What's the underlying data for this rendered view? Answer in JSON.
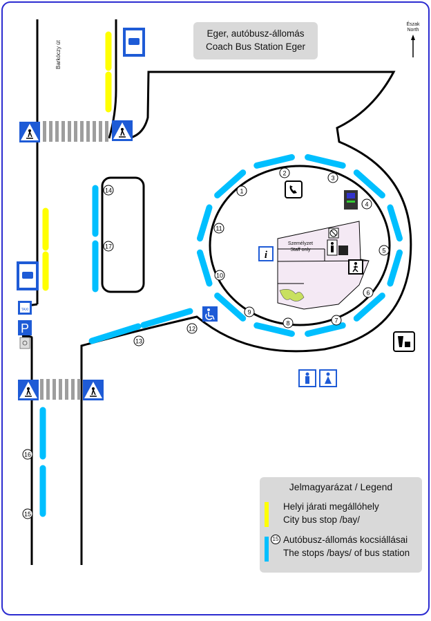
{
  "title": {
    "line1": "Eger, autóbusz-állomás",
    "line2": "Coach Bus Station Eger"
  },
  "north": {
    "line1": "Észak",
    "line2": "North"
  },
  "street_name": "Barkóczy út",
  "staff_label": {
    "line1": "Személyzet",
    "line2": "Staff only"
  },
  "legend": {
    "title": "Jelmagyarázat / Legend",
    "city_stop": {
      "line1": "Helyi járati megállóhely",
      "line2": "City bus stop /bay/"
    },
    "station_stop": {
      "marker": "15",
      "line1": "Autóbusz-állomás kocsiállásai",
      "line2": "The stops /bays/ of bus station"
    }
  },
  "bays": [
    {
      "number": "1"
    },
    {
      "number": "2"
    },
    {
      "number": "3"
    },
    {
      "number": "4"
    },
    {
      "number": "5"
    },
    {
      "number": "6"
    },
    {
      "number": "7"
    },
    {
      "number": "8"
    },
    {
      "number": "9"
    },
    {
      "number": "10"
    },
    {
      "number": "11"
    },
    {
      "number": "12"
    },
    {
      "number": "13"
    },
    {
      "number": "14"
    },
    {
      "number": "15"
    },
    {
      "number": "16"
    },
    {
      "number": "17"
    }
  ],
  "sign_texts": {
    "taxi": "TAXI",
    "parking": "P"
  },
  "colors": {
    "station_bay": "#00bfff",
    "city_bay": "#ffff00",
    "road": "#000000",
    "sign_blue": "#1e5bd6",
    "building_fill": "#f4e9f4",
    "frame": "#2b2bd0",
    "legend_bg": "#d9d9d9"
  }
}
